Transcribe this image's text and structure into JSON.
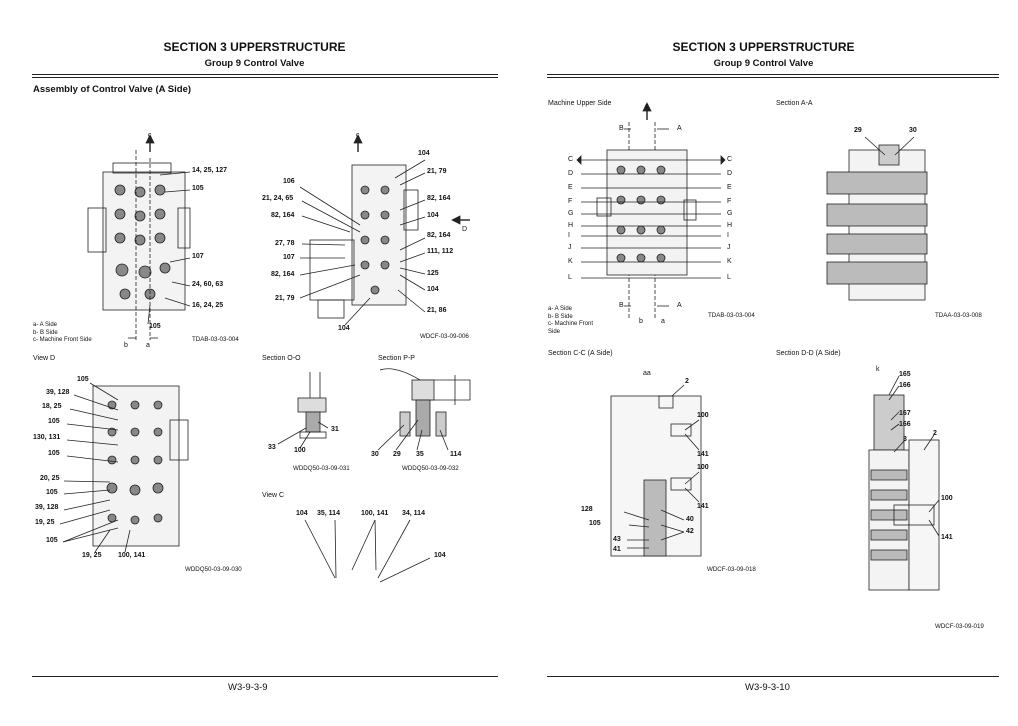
{
  "left": {
    "section": "SECTION 3 UPPERSTRUCTURE",
    "group": "Group 9 Control Valve",
    "title": "Assembly of Control Valve (A Side)",
    "fig1": {
      "arrow": "c",
      "labels": [
        "14, 25, 127",
        "105",
        "107",
        "24, 60, 63",
        "16, 24, 25",
        "105"
      ],
      "legend": [
        "a-    A Side",
        "b-    B Side",
        "c-    Machine Front Side"
      ],
      "ab": [
        "b",
        "a"
      ],
      "code": "TDAB-03-03-004"
    },
    "fig2": {
      "arrow": "c",
      "side_arrow": "D",
      "labels": [
        "104",
        "106",
        "21, 79",
        "21, 24, 65",
        "82, 164",
        "82, 164",
        "104",
        "27, 78",
        "82, 164",
        "107",
        "111, 112",
        "82, 164",
        "125",
        "104",
        "21, 79",
        "21, 86",
        "104"
      ],
      "code": "WDCF-03-09-006"
    },
    "viewd": {
      "title": "View D",
      "labels": [
        "105",
        "39, 128",
        "18, 25",
        "105",
        "130, 131",
        "105",
        "20, 25",
        "105",
        "39, 128",
        "19, 25",
        "105",
        "19, 25",
        "100, 141"
      ],
      "code": "WDDQ50-03-09-030"
    },
    "secoo": {
      "title": "Section O-O",
      "labels": [
        "31",
        "33",
        "100"
      ],
      "code": "WDDQ50-03-09-031"
    },
    "secpp": {
      "title": "Section P-P",
      "labels": [
        "30",
        "29",
        "35",
        "114"
      ],
      "code": "WDDQ50-03-09-032"
    },
    "viewc": {
      "title": "View C",
      "labels": [
        "104",
        "35, 114",
        "100, 141",
        "34, 114",
        "104"
      ]
    },
    "footer": "W3-9-3-9"
  },
  "right": {
    "section": "SECTION 3 UPPERSTRUCTURE",
    "group": "Group 9 Control Valve",
    "upper": {
      "title": "Machine Upper Side",
      "arrow": "c",
      "ba": [
        "B",
        "A"
      ],
      "rows": [
        "C",
        "D",
        "E",
        "F",
        "G",
        "H",
        "I",
        "J",
        "K",
        "L"
      ],
      "legend": [
        "a-    A Side",
        "b-    B Side",
        "c-    Machine Front",
        "      Side"
      ],
      "ab": [
        "b",
        "a"
      ],
      "code": "TDAB-03-03-004"
    },
    "secaa": {
      "title": "Section A-A",
      "labels": [
        "29",
        "30"
      ],
      "code": "TDAA-03-03-008"
    },
    "seccc": {
      "title": "Section C-C (A Side)",
      "top": "aa",
      "labels": [
        "2",
        "100",
        "141",
        "100",
        "141",
        "128",
        "40",
        "105",
        "42",
        "43",
        "41"
      ],
      "code": "WDCF-03-09-018"
    },
    "secdd": {
      "title": "Section D-D (A Side)",
      "top": "k",
      "labels": [
        "165",
        "166",
        "167",
        "166",
        "3",
        "2",
        "100",
        "141"
      ],
      "code": "WDCF-03-09-019"
    },
    "footer": "W3-9-3-10"
  }
}
